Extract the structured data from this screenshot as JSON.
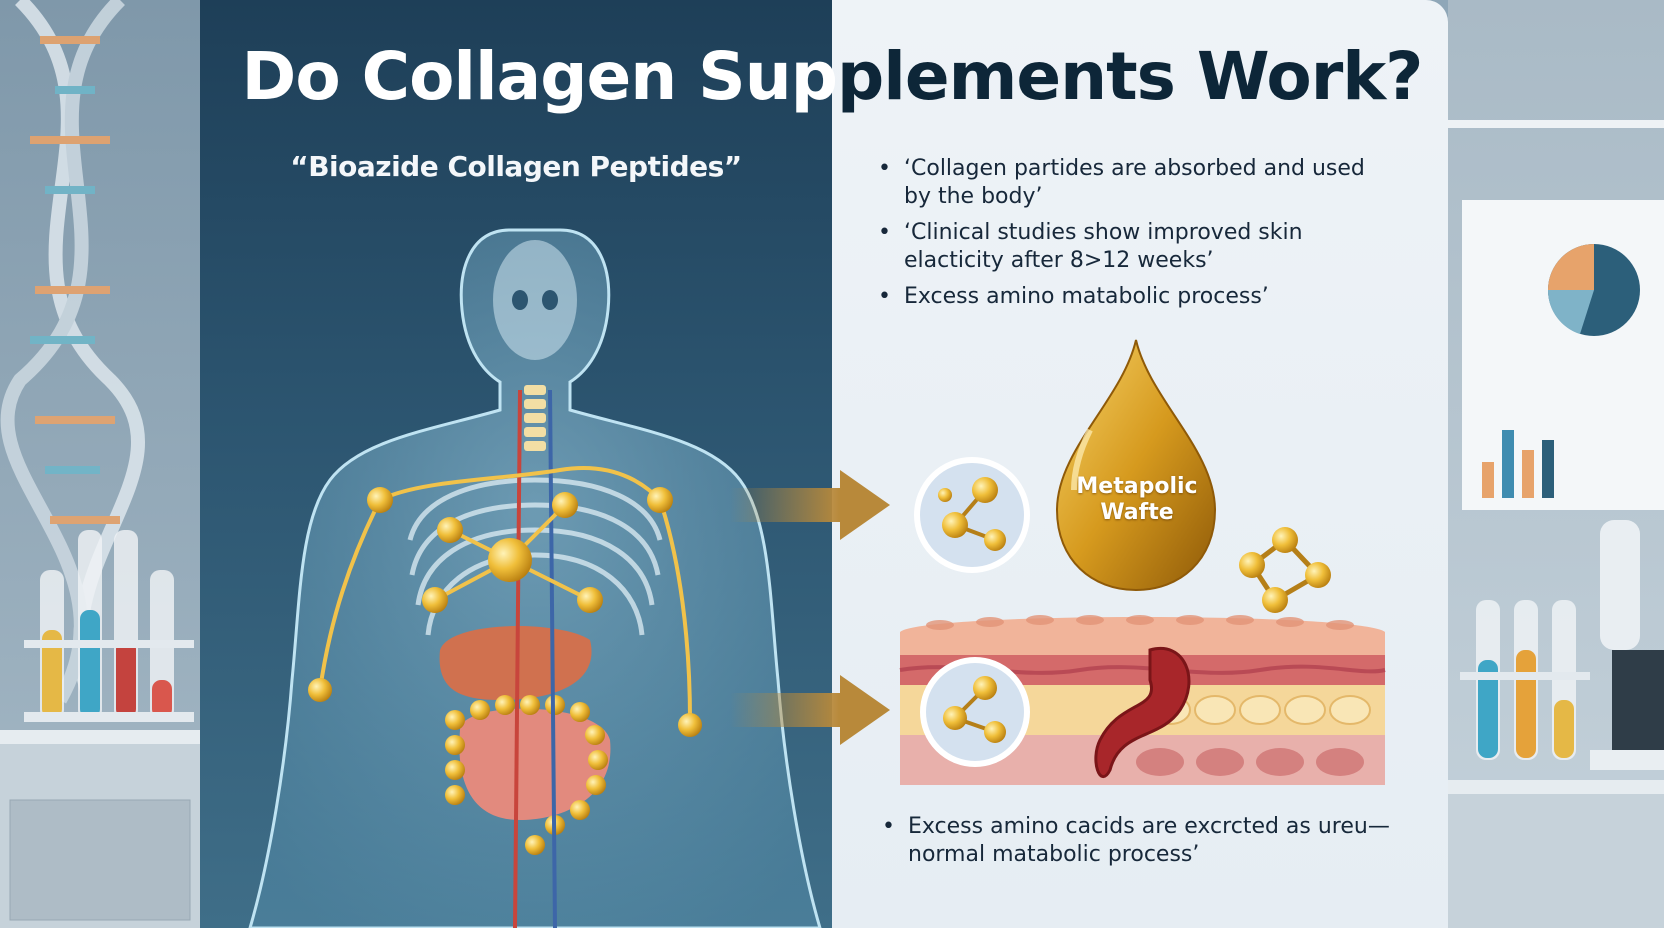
{
  "header": {
    "title_part1": "Do Collagen Sup",
    "title_part2": "plements Work?"
  },
  "left_panel": {
    "subtitle": "“Bioazide Collagen Peptides”"
  },
  "right_panel": {
    "bullets": [
      "‘Collagen partides are absorbed and used by the body’",
      "‘Clinical studies show improved skin elacticity after 8>12 weeks’",
      "Excess amino matabolic process’"
    ],
    "drop_label_line1": "Metapolic",
    "drop_label_line2": "Wafte",
    "bottom_bullet": "Excess amino cacids are excrcted as ureu— normal matabolic process’"
  },
  "colors": {
    "left_panel": "#2c5570",
    "right_panel": "#eef3f7",
    "gold": "#d4a52a",
    "arrow": "#b8893a",
    "title_dark": "#0d2638"
  }
}
